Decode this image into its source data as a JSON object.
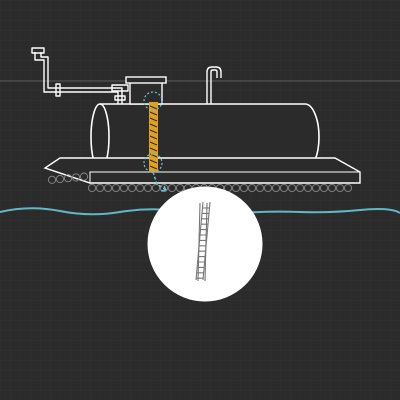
{
  "scene": {
    "background_color": "#2b2b2b",
    "grid_color": "#383838",
    "line_color": "#ffffff",
    "water_color": "#5fb8c6",
    "highlight_color": "#e0a020",
    "callout_color": "#6ec3d6",
    "zoom_fill": "#ffffff",
    "ladder_detail_color": "#777777"
  },
  "components": {
    "tank": "horizontal-cylindrical-tank",
    "platform": "floating-pontoon-platform",
    "water": "water-surface",
    "ladder": "access-ladder",
    "inlet_pipe": "inlet-pipe",
    "vent_pipe": "vent-pipe",
    "manhole": "manhole-hatch",
    "zoom": "ladder-detail-zoom"
  }
}
